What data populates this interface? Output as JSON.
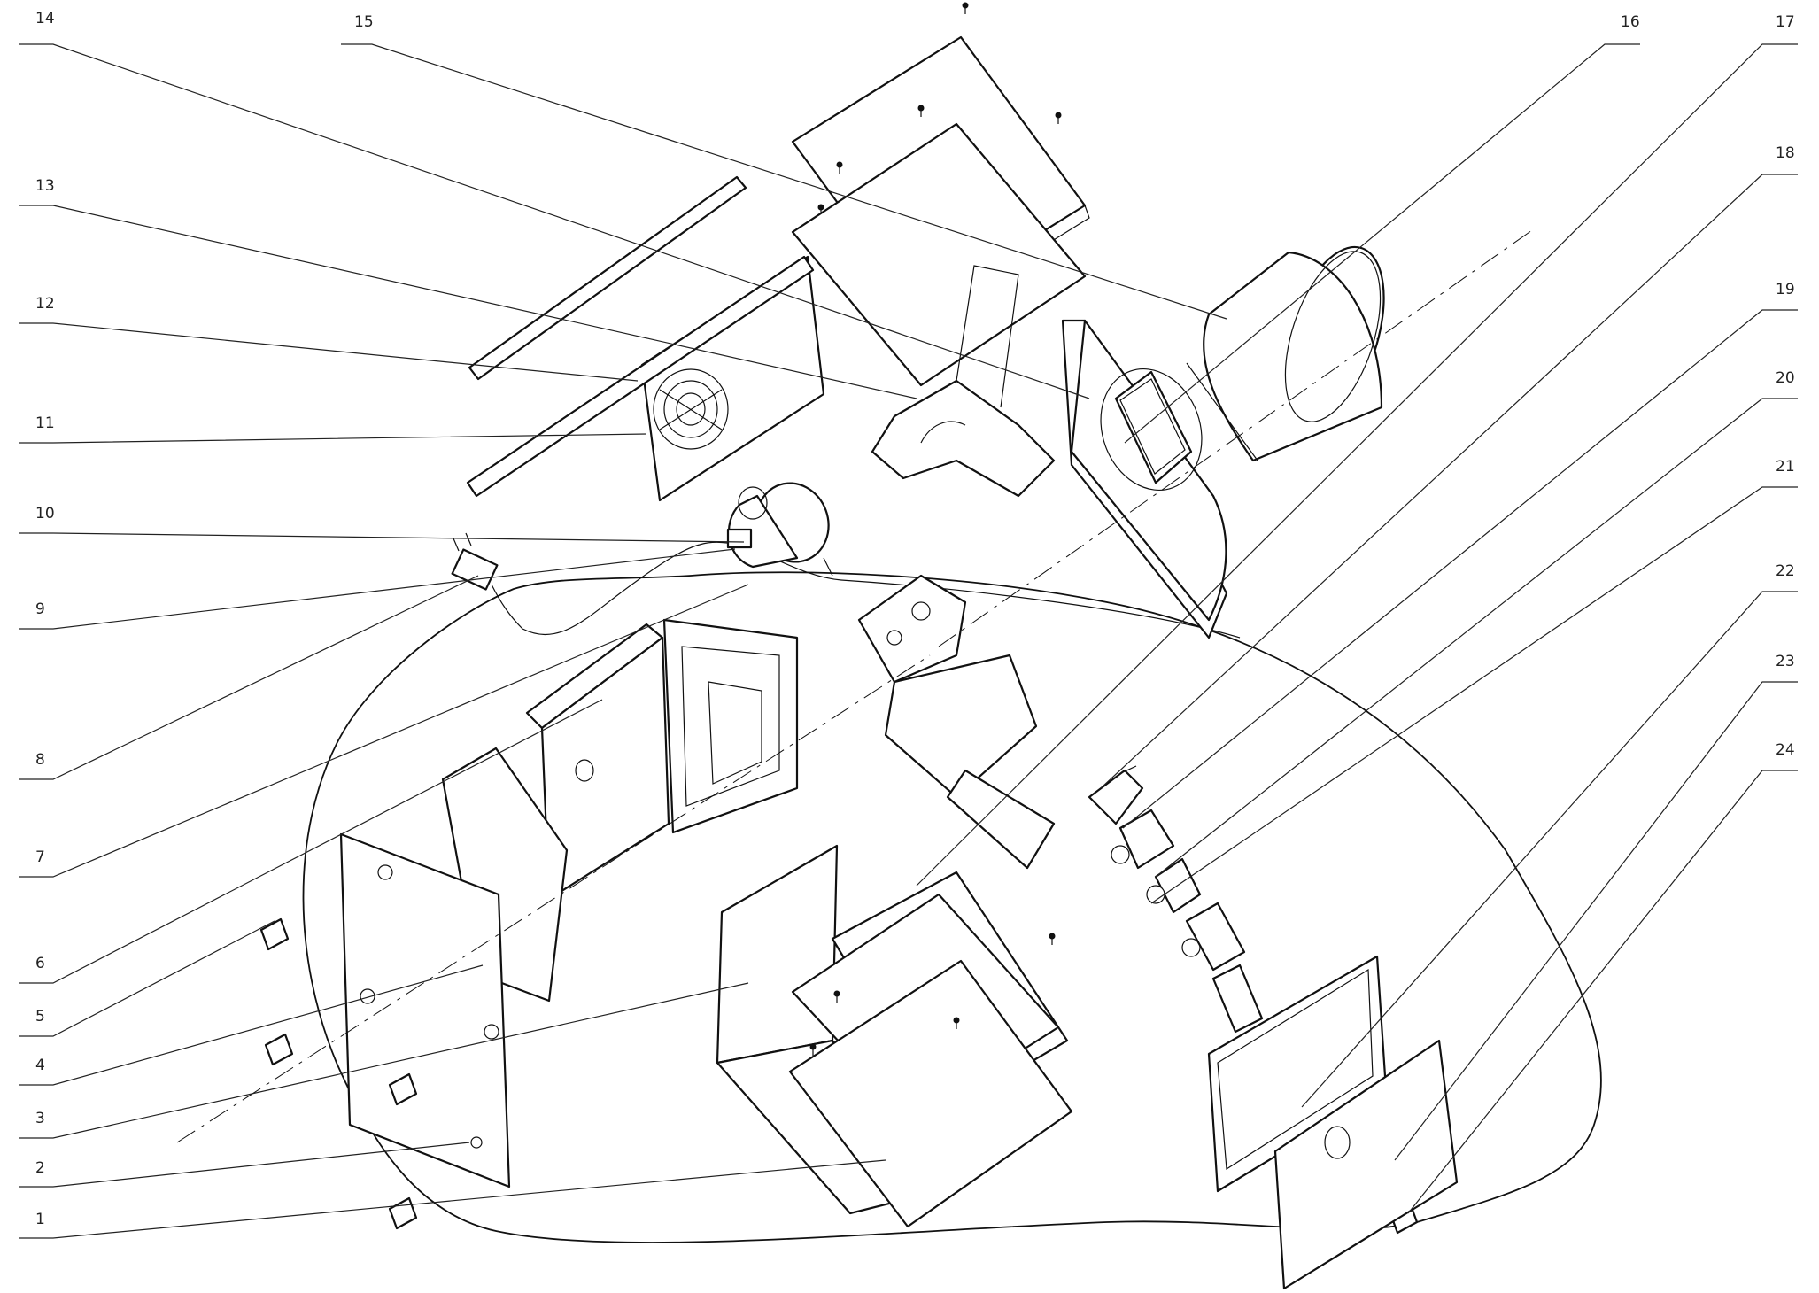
{
  "diagram": {
    "type": "exploded-assembly-drawing",
    "callouts": [
      {
        "id": "1",
        "label": "1"
      },
      {
        "id": "2",
        "label": "2"
      },
      {
        "id": "3",
        "label": "3"
      },
      {
        "id": "4",
        "label": "4"
      },
      {
        "id": "5",
        "label": "5"
      },
      {
        "id": "6",
        "label": "6"
      },
      {
        "id": "7",
        "label": "7"
      },
      {
        "id": "8",
        "label": "8"
      },
      {
        "id": "9",
        "label": "9"
      },
      {
        "id": "10",
        "label": "10"
      },
      {
        "id": "11",
        "label": "11"
      },
      {
        "id": "12",
        "label": "12"
      },
      {
        "id": "13",
        "label": "13"
      },
      {
        "id": "14",
        "label": "14"
      },
      {
        "id": "15",
        "label": "15"
      },
      {
        "id": "16",
        "label": "16"
      },
      {
        "id": "17",
        "label": "17"
      },
      {
        "id": "18",
        "label": "18"
      },
      {
        "id": "19",
        "label": "19"
      },
      {
        "id": "20",
        "label": "20"
      },
      {
        "id": "21",
        "label": "21"
      },
      {
        "id": "22",
        "label": "22"
      },
      {
        "id": "23",
        "label": "23"
      },
      {
        "id": "24",
        "label": "24"
      }
    ]
  }
}
